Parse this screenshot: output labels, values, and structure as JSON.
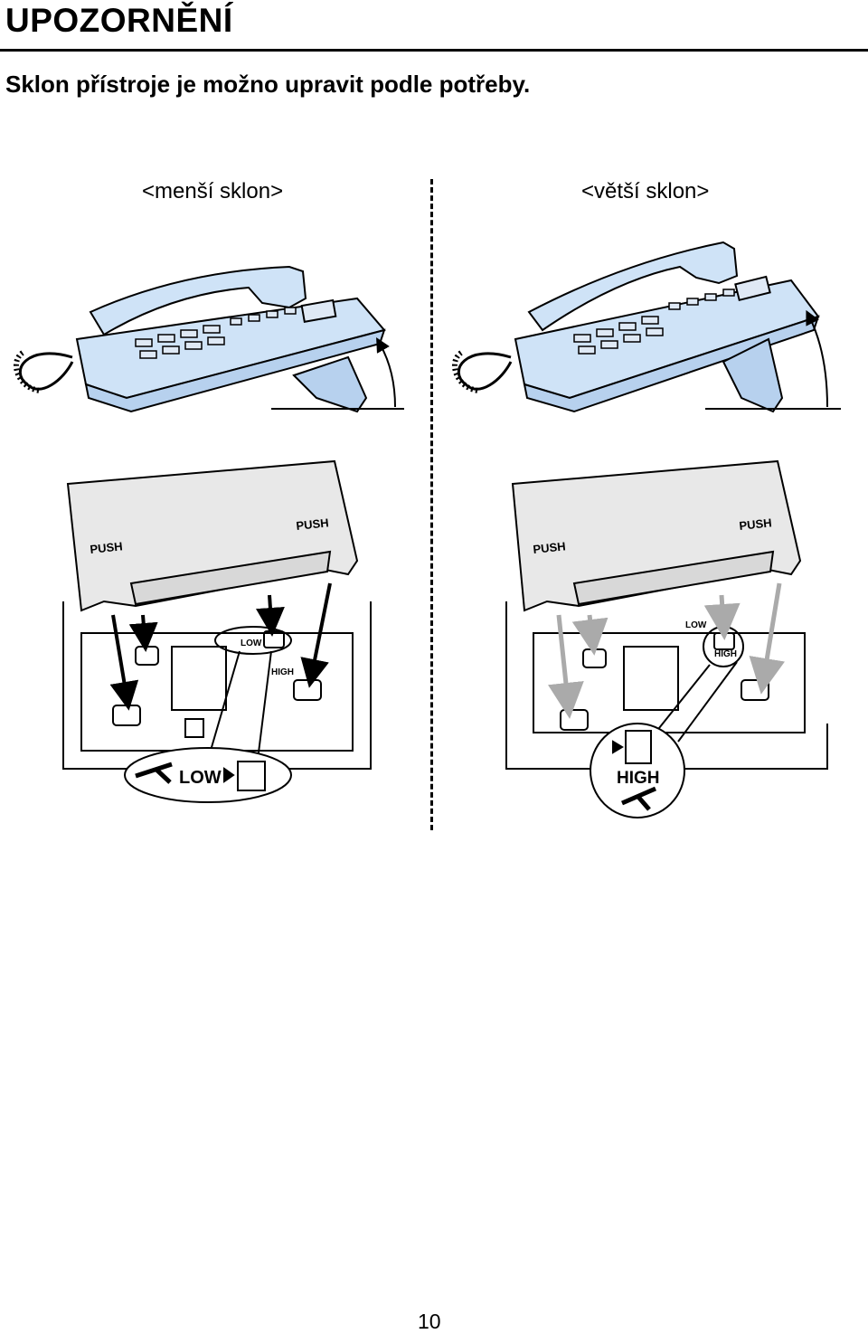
{
  "header": {
    "title": "UPOZORNĚNÍ",
    "subtitle": "Sklon přístroje je možno upravit podle potřeby."
  },
  "columns": [
    {
      "label": "<menší sklon>",
      "callout": "LOW",
      "push_left": "PUSH",
      "push_right": "PUSH",
      "small_low": "LOW",
      "small_high": "HIGH"
    },
    {
      "label": "<větší sklon>",
      "callout": "HIGH",
      "push_left": "PUSH",
      "push_right": "PUSH",
      "small_low": "LOW",
      "small_high": "HIGH"
    }
  ],
  "footer": {
    "page_number": "10"
  },
  "colors": {
    "phone_fill": "#cfe3f7",
    "ink": "#000000",
    "grey_arrow": "#aaaaaa"
  }
}
